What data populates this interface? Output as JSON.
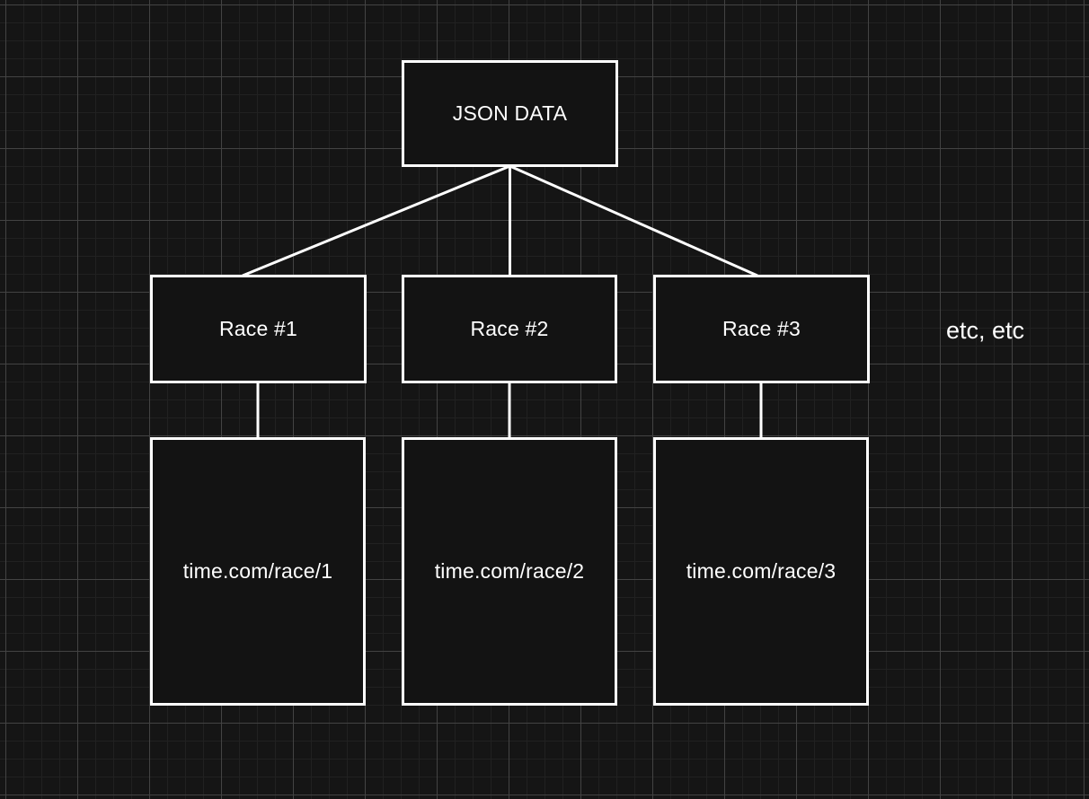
{
  "canvas": {
    "background_color": "#151515",
    "grid_minor_color": "#212121",
    "grid_major_color": "#434343",
    "node_fill_color": "#131313",
    "node_border_color": "#ffffff",
    "text_color": "#ffffff"
  },
  "diagram": {
    "root": {
      "label": "JSON DATA"
    },
    "races": [
      {
        "label": "Race #1"
      },
      {
        "label": "Race #2"
      },
      {
        "label": "Race #3"
      }
    ],
    "pages": [
      {
        "label": "time.com/race/1"
      },
      {
        "label": "time.com/race/2"
      },
      {
        "label": "time.com/race/3"
      }
    ],
    "annotation": "etc, etc"
  }
}
